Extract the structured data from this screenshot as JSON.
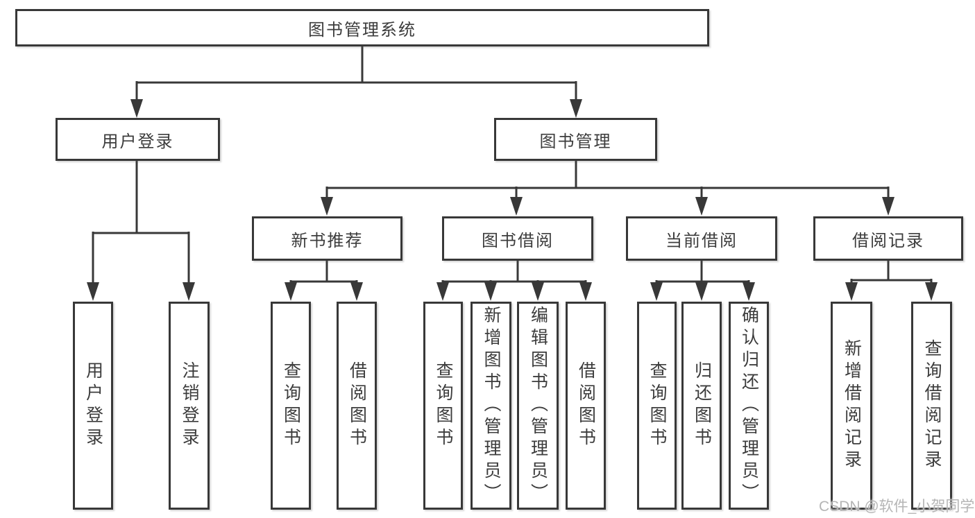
{
  "diagram": {
    "type": "tree",
    "title": "图书管理系统",
    "nodes": {
      "root": {
        "id": "library-management-system",
        "label": "图书管理系统"
      },
      "level2": [
        {
          "id": "user-login",
          "label": "用户登录",
          "parent": "library-management-system"
        },
        {
          "id": "book-management",
          "label": "图书管理",
          "parent": "library-management-system"
        }
      ],
      "level3": [
        {
          "id": "new-book-recommend",
          "label": "新书推荐",
          "parent": "book-management"
        },
        {
          "id": "book-borrowing",
          "label": "图书借阅",
          "parent": "book-management"
        },
        {
          "id": "current-borrowing",
          "label": "当前借阅",
          "parent": "book-management"
        },
        {
          "id": "borrowing-records",
          "label": "借阅记录",
          "parent": "book-management"
        }
      ],
      "leaves": [
        {
          "id": "user-login-action",
          "label": "用户登录",
          "parent": "user-login"
        },
        {
          "id": "logout-action",
          "label": "注销登录",
          "parent": "user-login"
        },
        {
          "id": "query-books-recommend",
          "label": "查询图书",
          "parent": "new-book-recommend"
        },
        {
          "id": "borrow-books-recommend",
          "label": "借阅图书",
          "parent": "new-book-recommend"
        },
        {
          "id": "query-books-borrow",
          "label": "查询图书",
          "parent": "book-borrowing"
        },
        {
          "id": "add-books-admin",
          "label": "新增图书（管理员）",
          "parent": "book-borrowing"
        },
        {
          "id": "edit-books-admin",
          "label": "编辑图书（管理员）",
          "parent": "book-borrowing"
        },
        {
          "id": "borrow-books-borrow",
          "label": "借阅图书",
          "parent": "book-borrowing"
        },
        {
          "id": "query-books-current",
          "label": "查询图书",
          "parent": "current-borrowing"
        },
        {
          "id": "return-books",
          "label": "归还图书",
          "parent": "current-borrowing"
        },
        {
          "id": "confirm-return-admin",
          "label": "确认归还（管理员）",
          "parent": "current-borrowing"
        },
        {
          "id": "add-borrow-record",
          "label": "新增借阅记录",
          "parent": "borrowing-records"
        },
        {
          "id": "query-borrow-record",
          "label": "查询借阅记录",
          "parent": "borrowing-records"
        }
      ]
    },
    "colors": {
      "line": "#383838",
      "text": "#3c3c3c",
      "background": "#ffffff",
      "watermark": "#b5b5b5"
    }
  },
  "watermark": {
    "text": "CSDN @软件_小贺同学"
  }
}
